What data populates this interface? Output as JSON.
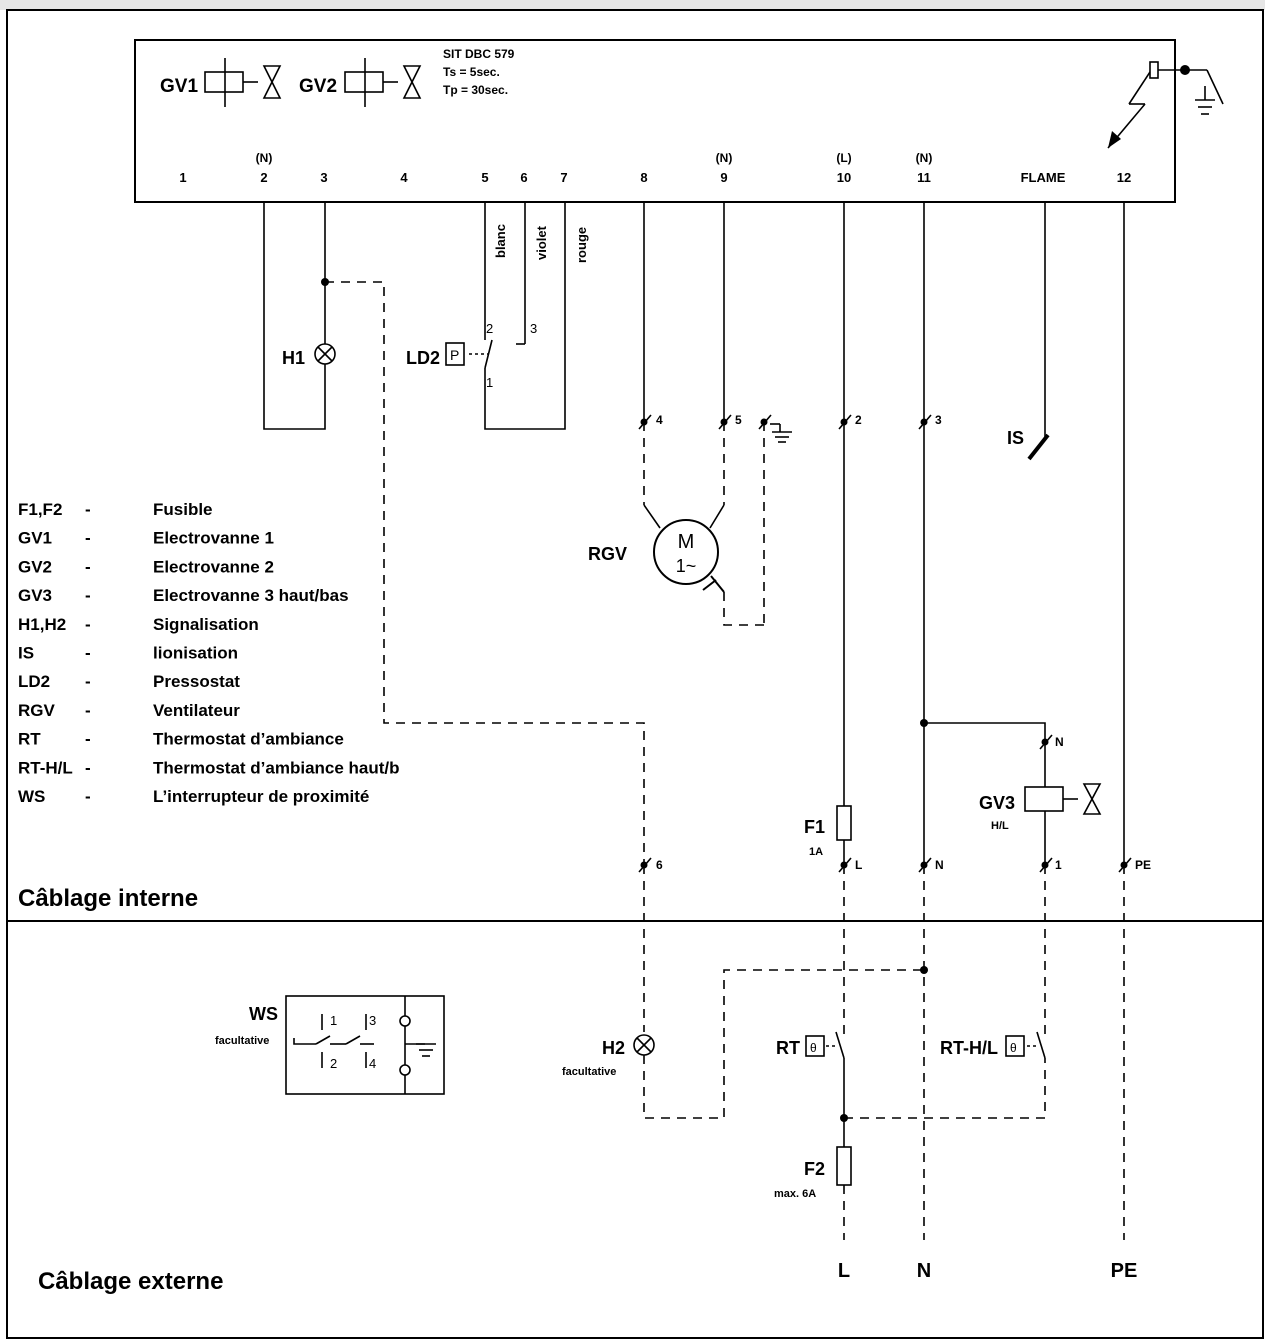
{
  "device": {
    "model": "SIT DBC 579",
    "ts": "Ts = 5sec.",
    "tp": "Tp = 30sec."
  },
  "valves": {
    "gv1": "GV1",
    "gv2": "GV2"
  },
  "terminals": [
    {
      "num": "1",
      "sub": ""
    },
    {
      "num": "2",
      "sub": "(N)"
    },
    {
      "num": "3",
      "sub": ""
    },
    {
      "num": "4",
      "sub": ""
    },
    {
      "num": "5",
      "sub": ""
    },
    {
      "num": "6",
      "sub": ""
    },
    {
      "num": "7",
      "sub": ""
    },
    {
      "num": "8",
      "sub": ""
    },
    {
      "num": "9",
      "sub": "(N)"
    },
    {
      "num": "10",
      "sub": "(L)"
    },
    {
      "num": "11",
      "sub": "(N)"
    },
    {
      "num": "FLAME",
      "sub": ""
    },
    {
      "num": "12",
      "sub": ""
    }
  ],
  "wires": {
    "blanc": "blanc",
    "violet": "violet",
    "rouge": "rouge"
  },
  "components": {
    "h1": "H1",
    "ld2": "LD2",
    "ld2_p": "P",
    "ld2_c1": "1",
    "ld2_c2": "2",
    "ld2_c3": "3",
    "is": "IS",
    "rgv": "RGV",
    "motor_m": "M",
    "motor_phase": "1~",
    "gv3": "GV3",
    "gv3_sub": "H/L",
    "f1": "F1",
    "f1_rating": "1A",
    "f2": "F2",
    "f2_rating": "max. 6A",
    "h2": "H2",
    "h2_sub": "facultative",
    "ws": "WS",
    "ws_sub": "facultative",
    "rt": "RT",
    "rthl": "RT-H/L",
    "ws_c1": "1",
    "ws_c2": "2",
    "ws_c3": "3",
    "ws_c4": "4"
  },
  "connectors": {
    "c4": "4",
    "c5": "5",
    "c2": "2",
    "c3": "3",
    "cN": "N",
    "c6": "6",
    "cL": "L",
    "cN2": "N",
    "c1": "1",
    "cPE": "PE"
  },
  "legend": [
    {
      "code": "F1,F2",
      "dash": "-",
      "desc": "Fusible"
    },
    {
      "code": "GV1",
      "dash": "-",
      "desc": "Electrovanne 1"
    },
    {
      "code": "GV2",
      "dash": "-",
      "desc": "Electrovanne 2"
    },
    {
      "code": "GV3",
      "dash": "-",
      "desc": "Electrovanne 3 haut/bas"
    },
    {
      "code": "H1,H2",
      "dash": "-",
      "desc": "Signalisation"
    },
    {
      "code": "IS",
      "dash": "-",
      "desc": "lionisation"
    },
    {
      "code": "LD2",
      "dash": "-",
      "desc": "Pressostat"
    },
    {
      "code": "RGV",
      "dash": "-",
      "desc": "Ventilateur"
    },
    {
      "code": "RT",
      "dash": "-",
      "desc": "Thermostat d’ambiance"
    },
    {
      "code": "RT-H/L",
      "dash": "-",
      "desc": "Thermostat d’ambiance haut/b"
    },
    {
      "code": "WS",
      "dash": "-",
      "desc": "L’interrupteur de proximité"
    }
  ],
  "sections": {
    "internal": "Câblage interne",
    "external": "Câblage externe"
  },
  "mains": {
    "l": "L",
    "n": "N",
    "pe": "PE"
  }
}
